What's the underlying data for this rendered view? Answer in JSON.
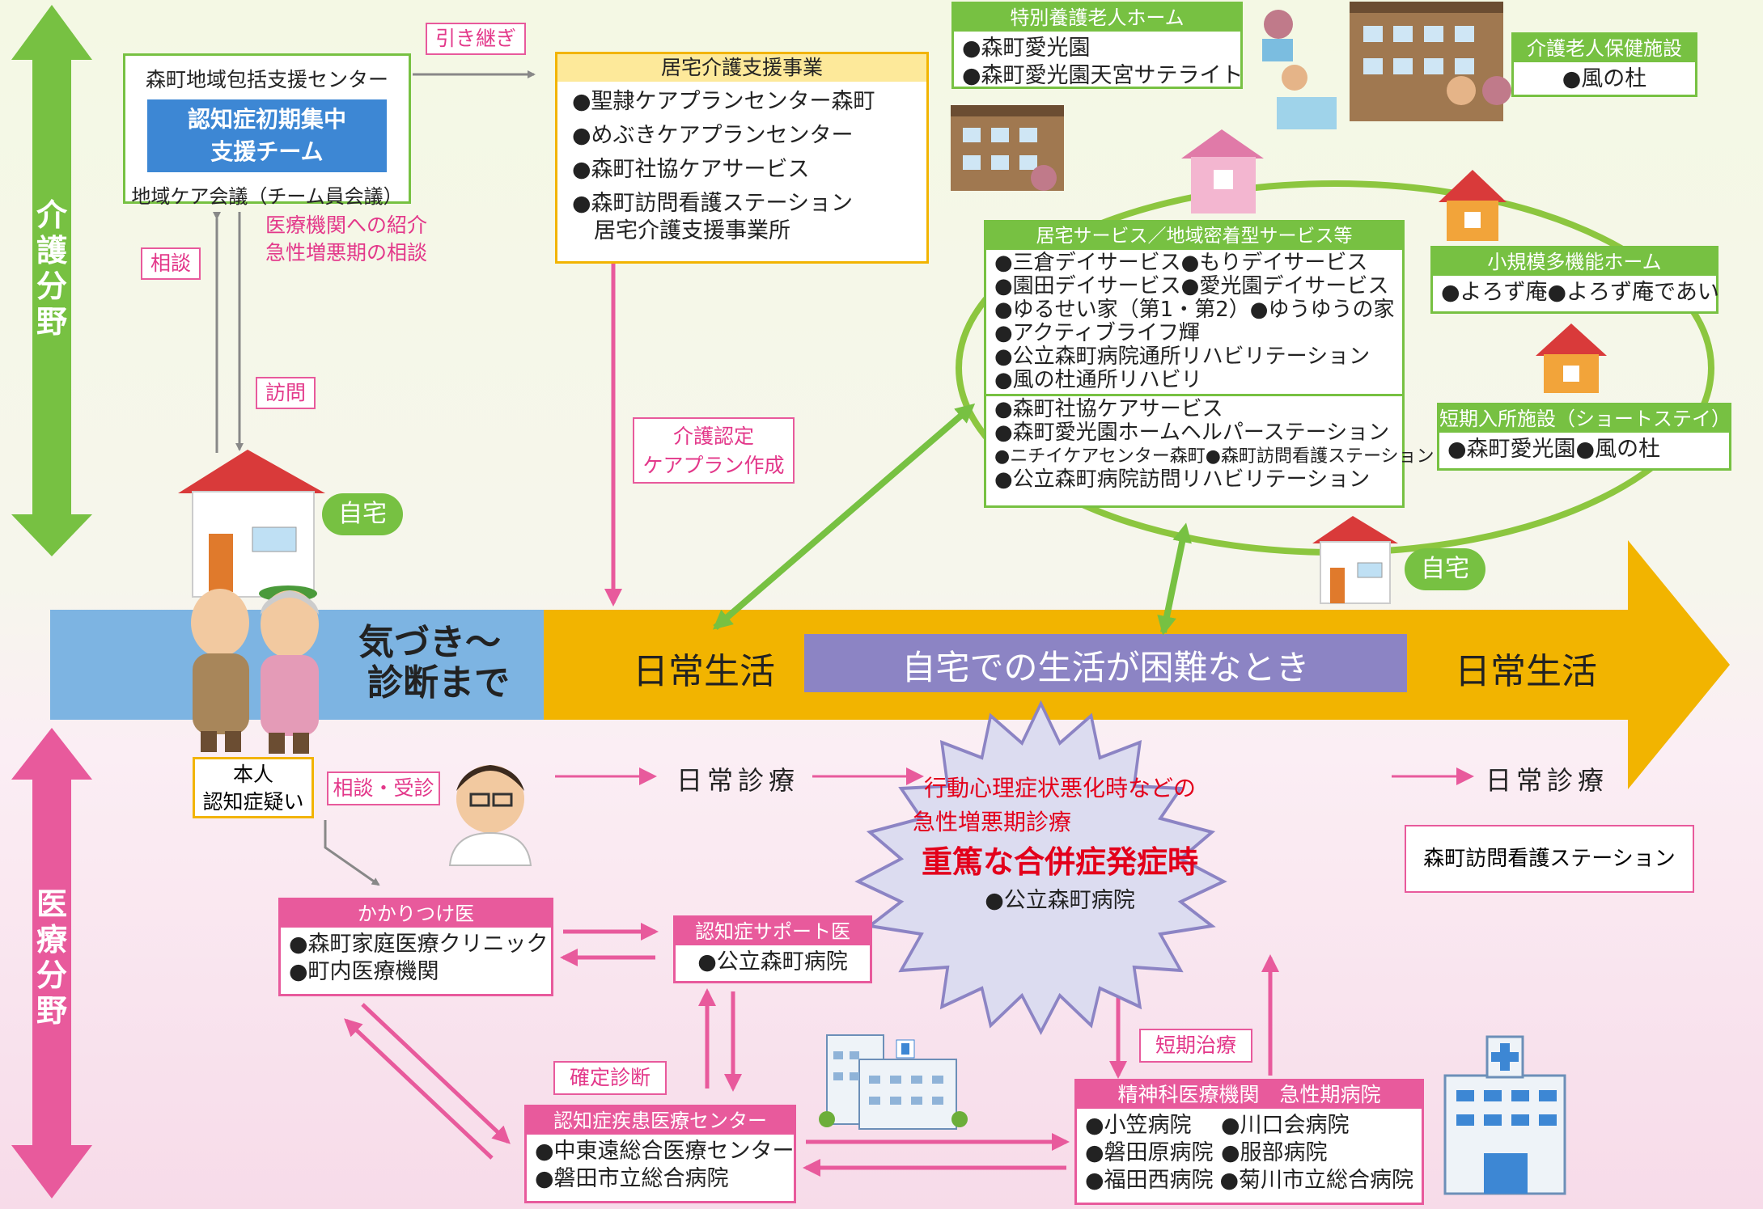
{
  "sides": {
    "care": "介護分野",
    "medical": "医療分野"
  },
  "timeline": {
    "awareness_line1": "気づき〜",
    "awareness_line2": "診断まで",
    "daily_left": "日常生活",
    "difficult": "自宅での生活が困難なとき",
    "daily_right": "日常生活"
  },
  "center": {
    "title": "森町地域包括支援センター",
    "team": "認知症初期集中\n支援チーム",
    "meeting": "地域ケア会議（チーム員会議）"
  },
  "labels": {
    "handover": "引き継ぎ",
    "consult": "相談",
    "visit": "訪問",
    "referral_line1": "医療機関への紹介",
    "referral_line2": "急性増悪期の相談",
    "care_cert": "介護認定\nケアプラン作成",
    "home": "自宅",
    "home2": "自宅",
    "person": "本人\n認知症疑い",
    "consult_visit": "相談・受診",
    "daily_care_left": "日常診療",
    "daily_care_right": "日常診療",
    "confirmed_diagnosis": "確定診断",
    "short_treatment": "短期治療"
  },
  "care_plan": {
    "title": "居宅介護支援事業",
    "items": [
      "●聖隷ケアプランセンター森町",
      "●めぶきケアプランセンター",
      "●森町社協ケアサービス",
      "●森町訪問看護ステーション\n　居宅介護支援事業所"
    ]
  },
  "nursing_home": {
    "title": "特別養護老人ホーム",
    "items": [
      "●森町愛光園",
      "●森町愛光園天宮サテライト"
    ]
  },
  "health_facility": {
    "title": "介護老人保健施設",
    "items": [
      "●風の杜"
    ]
  },
  "home_services": {
    "title": "居宅サービス／地域密着型サービス等",
    "items_a": [
      "●三倉デイサービス●もりデイサービス",
      "●園田デイサービス●愛光園デイサービス",
      "●ゆるせい家（第1・第2）●ゆうゆうの家",
      "●アクティブライフ輝",
      "●公立森町病院通所リハビリテーション",
      "●風の杜通所リハビリ"
    ],
    "items_b": [
      "●森町社協ケアサービス",
      "●森町愛光園ホームヘルパーステーション",
      "●ニチイケアセンター森町●森町訪問看護ステーション",
      "●公立森町病院訪問リハビリテーション"
    ]
  },
  "small_multi": {
    "title": "小規模多機能ホーム",
    "items": [
      "●よろず庵●よろず庵であい"
    ]
  },
  "short_stay": {
    "title": "短期入所施設（ショートステイ）",
    "items": [
      "●森町愛光園●風の杜"
    ]
  },
  "acute": {
    "line1": "行動心理症状悪化時などの",
    "line2": "急性増悪期診療",
    "line3": "重篤な合併症発症時",
    "line4": "●公立森町病院"
  },
  "visiting_nurse": "森町訪問看護ステーション",
  "gp": {
    "title": "かかりつけ医",
    "items": [
      "●森町家庭医療クリニック",
      "●町内医療機関"
    ]
  },
  "support_doctor": {
    "title": "認知症サポート医",
    "items": [
      "●公立森町病院"
    ]
  },
  "dementia_center": {
    "title": "認知症疾患医療センター",
    "items": [
      "●中東遠総合医療センター",
      "●磐田市立総合病院"
    ]
  },
  "psych": {
    "title": "精神科医療機関　急性期病院",
    "rows": [
      [
        "●小笠病院",
        "●川口会病院"
      ],
      [
        "●磐田原病院",
        "●服部病院"
      ],
      [
        "●福田西病院",
        "●菊川市立総合病院"
      ]
    ]
  },
  "colors": {
    "green": "#77c142",
    "pink": "#e85a9c",
    "blue": "#7db4e2",
    "orange": "#f2b400",
    "purple": "#8c84c4",
    "red": "#e3001b",
    "teamblue": "#3d87d4"
  }
}
